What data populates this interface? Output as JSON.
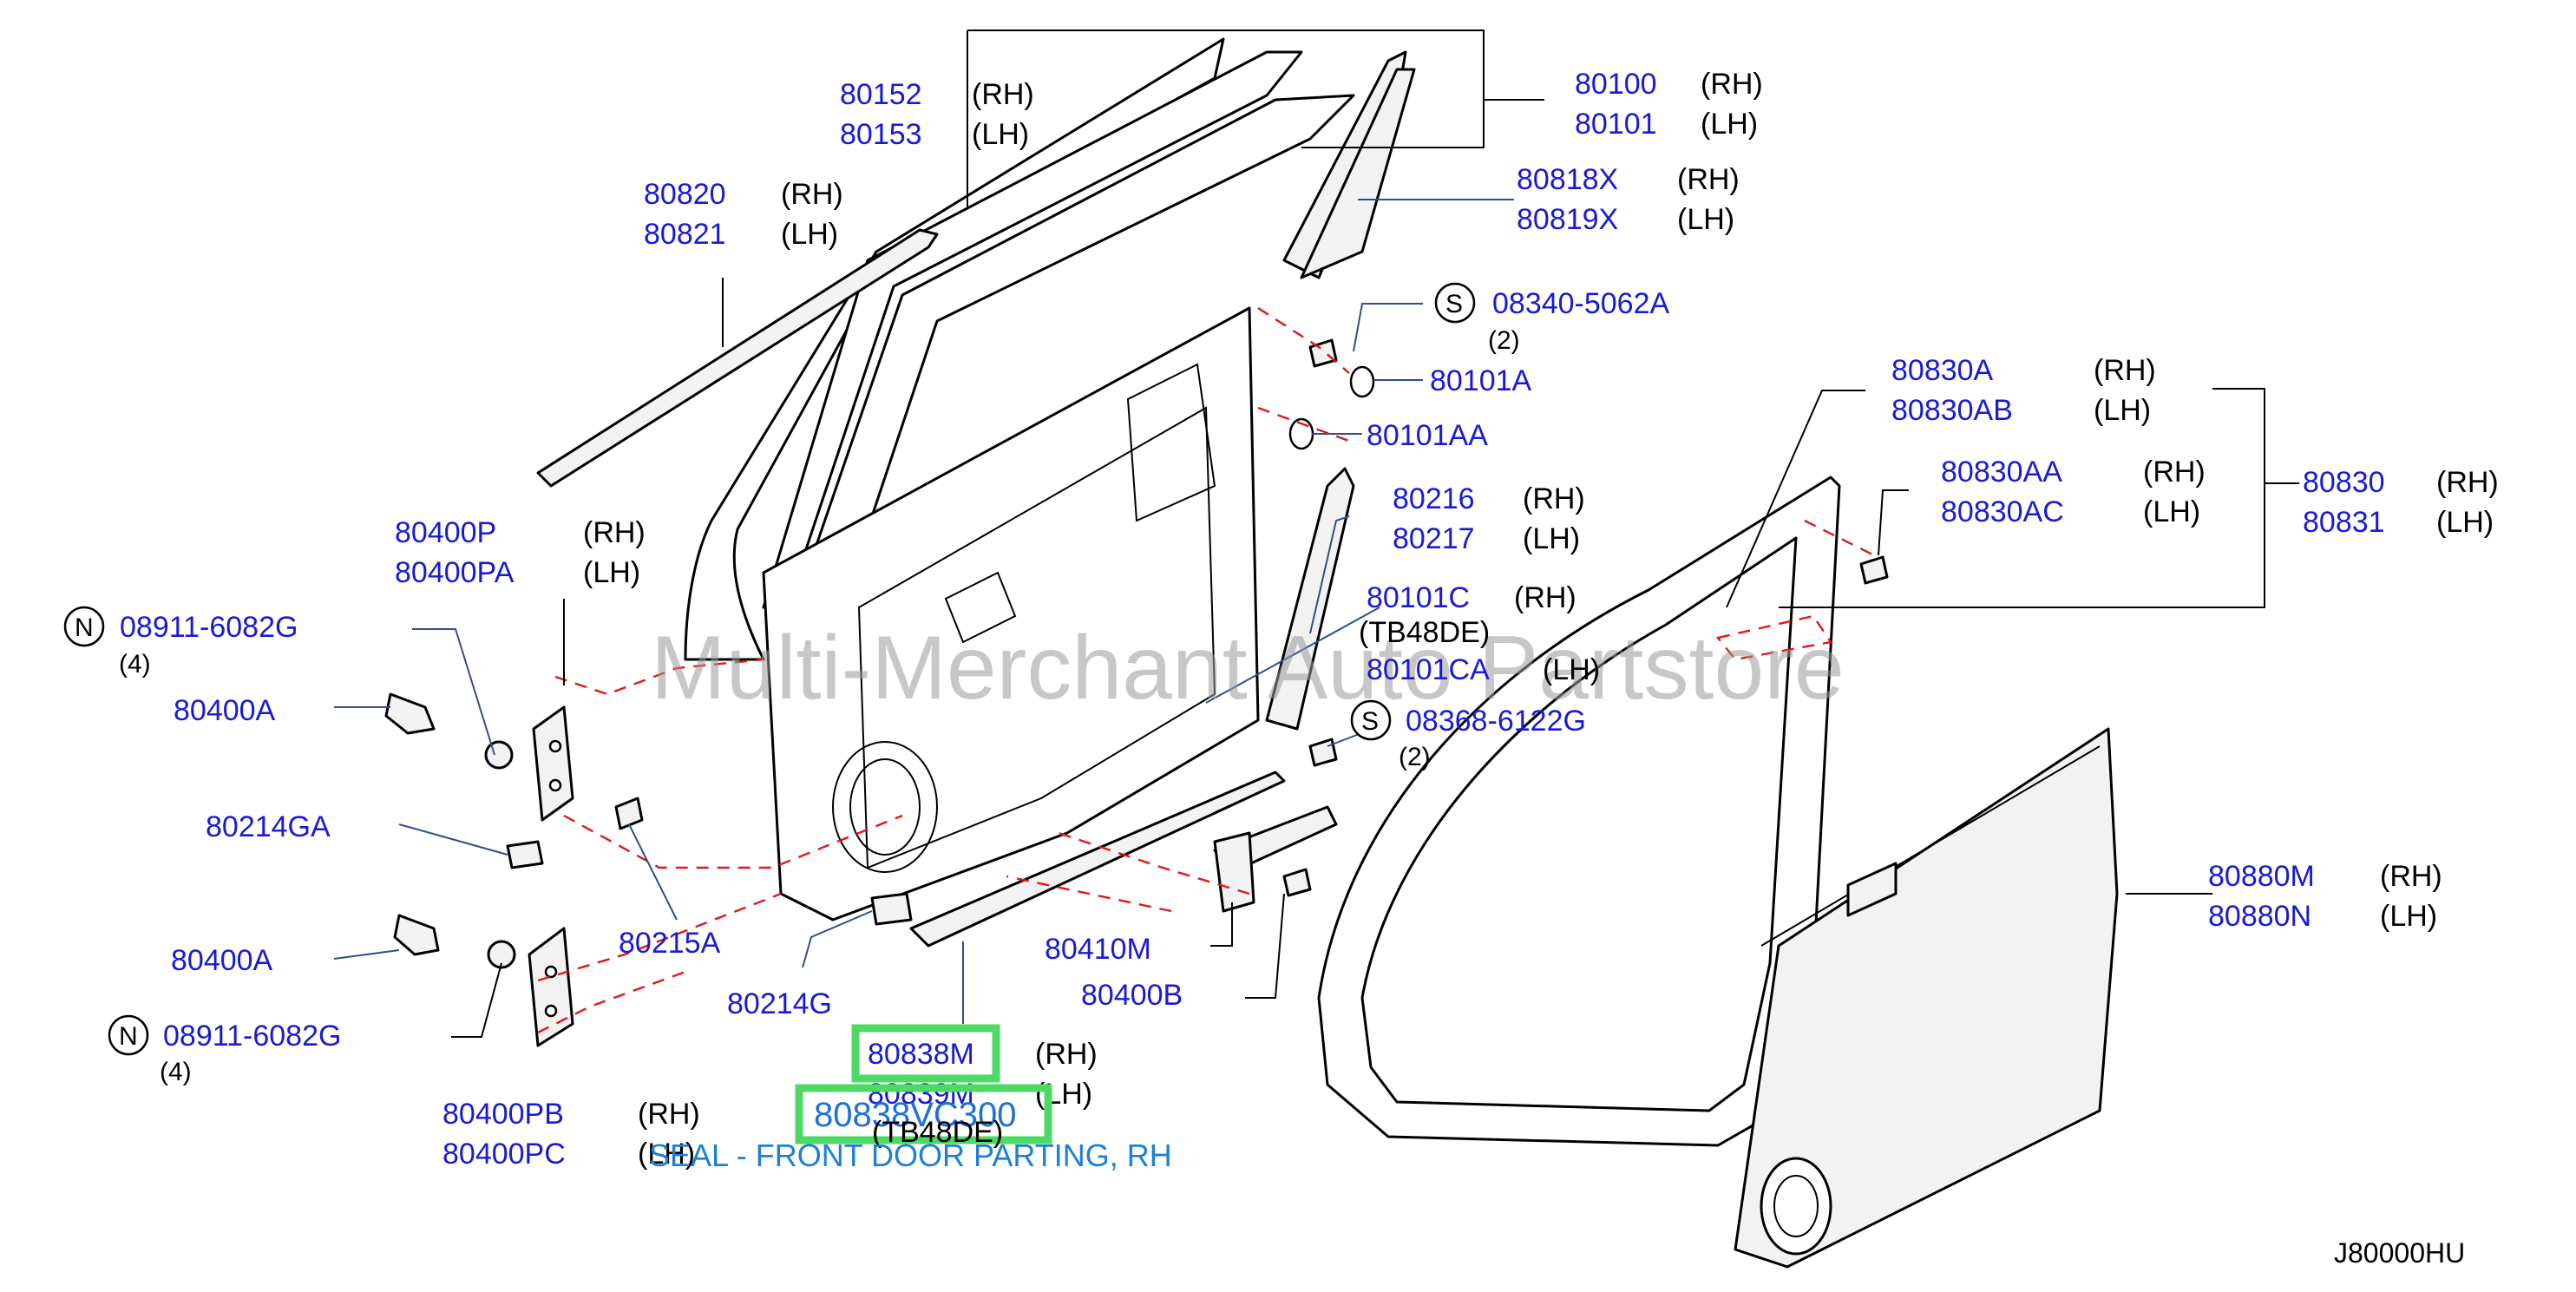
{
  "callouts": [
    {
      "id": "c1",
      "lines": [
        {
          "pn": "80152",
          "side": "(RH)"
        },
        {
          "pn": "80153",
          "side": "(LH)"
        }
      ]
    },
    {
      "id": "c2",
      "lines": [
        {
          "pn": "80100",
          "side": "(RH)"
        },
        {
          "pn": "80101",
          "side": "(LH)"
        }
      ]
    },
    {
      "id": "c3",
      "lines": [
        {
          "pn": "80820",
          "side": "(RH)"
        },
        {
          "pn": "80821",
          "side": "(LH)"
        }
      ]
    },
    {
      "id": "c4",
      "lines": [
        {
          "pn": "80818X",
          "side": "(RH)"
        },
        {
          "pn": "80819X",
          "side": "(LH)"
        }
      ]
    },
    {
      "id": "c5",
      "prefix": "S",
      "lines": [
        {
          "pn": "08340-5062A",
          "side": ""
        }
      ],
      "qty": "(2)"
    },
    {
      "id": "c6",
      "lines": [
        {
          "pn": "80101A",
          "side": ""
        }
      ]
    },
    {
      "id": "c7",
      "lines": [
        {
          "pn": "80101AA",
          "side": ""
        }
      ]
    },
    {
      "id": "c8",
      "lines": [
        {
          "pn": "80830A",
          "side": "(RH)"
        },
        {
          "pn": "80830AB",
          "side": "(LH)"
        }
      ]
    },
    {
      "id": "c9",
      "lines": [
        {
          "pn": "80830AA",
          "side": "(RH)"
        },
        {
          "pn": "80830AC",
          "side": "(LH)"
        }
      ]
    },
    {
      "id": "c10",
      "lines": [
        {
          "pn": "80830",
          "side": "(RH)"
        },
        {
          "pn": "80831",
          "side": "(LH)"
        }
      ]
    },
    {
      "id": "c11",
      "lines": [
        {
          "pn": "80216",
          "side": "(RH)"
        },
        {
          "pn": "80217",
          "side": "(LH)"
        }
      ]
    },
    {
      "id": "c12",
      "lines": [
        {
          "pn": "80400P",
          "side": "(RH)"
        },
        {
          "pn": "80400PA",
          "side": "(LH)"
        }
      ]
    },
    {
      "id": "c13",
      "prefix": "N",
      "lines": [
        {
          "pn": "08911-6082G",
          "side": ""
        }
      ],
      "qty": "(4)"
    },
    {
      "id": "c14",
      "lines": [
        {
          "pn": "80101C",
          "side": "(RH)"
        }
      ],
      "note": "(TB48DE)"
    },
    {
      "id": "c15",
      "lines": [
        {
          "pn": "80101CA",
          "side": "(LH)"
        }
      ]
    },
    {
      "id": "c16",
      "prefix": "S",
      "lines": [
        {
          "pn": "08368-6122G",
          "side": ""
        }
      ],
      "qty": "(2)"
    },
    {
      "id": "c17",
      "lines": [
        {
          "pn": "80400A",
          "side": ""
        }
      ]
    },
    {
      "id": "c18",
      "lines": [
        {
          "pn": "80214GA",
          "side": ""
        }
      ]
    },
    {
      "id": "c19",
      "lines": [
        {
          "pn": "80400A",
          "side": ""
        }
      ]
    },
    {
      "id": "c20",
      "lines": [
        {
          "pn": "80215A",
          "side": ""
        }
      ]
    },
    {
      "id": "c21",
      "prefix": "N",
      "lines": [
        {
          "pn": "08911-6082G",
          "side": ""
        }
      ],
      "qty": "(4)"
    },
    {
      "id": "c22",
      "lines": [
        {
          "pn": "80214G",
          "side": ""
        }
      ]
    },
    {
      "id": "c23",
      "lines": [
        {
          "pn": "80410M",
          "side": ""
        }
      ]
    },
    {
      "id": "c24",
      "lines": [
        {
          "pn": "80400B",
          "side": ""
        }
      ]
    },
    {
      "id": "c25",
      "lines": [
        {
          "pn": "80880M",
          "side": "(RH)"
        },
        {
          "pn": "80880N",
          "side": "(LH)"
        }
      ]
    },
    {
      "id": "c26",
      "lines": [
        {
          "pn": "80838M",
          "side": "(RH)"
        },
        {
          "pn": "80839M",
          "side": "(LH)"
        }
      ]
    },
    {
      "id": "c27",
      "lines": [
        {
          "pn": "80400PB",
          "side": "(RH)"
        },
        {
          "pn": "80400PC",
          "side": "(LH)"
        }
      ]
    }
  ],
  "selected_part": {
    "number": "80838VC300",
    "note": "(TB48DE)",
    "caption": "SEAL - FRONT DOOR PARTING, RH"
  },
  "watermark": "Multi-Merchant Auto Partstore",
  "diagram_code": "J80000HU",
  "colors": {
    "part_number": "#1a1ad4",
    "highlight": "#4cd964",
    "dashed_line": "#e01818",
    "caption": "#1e7fd8"
  }
}
